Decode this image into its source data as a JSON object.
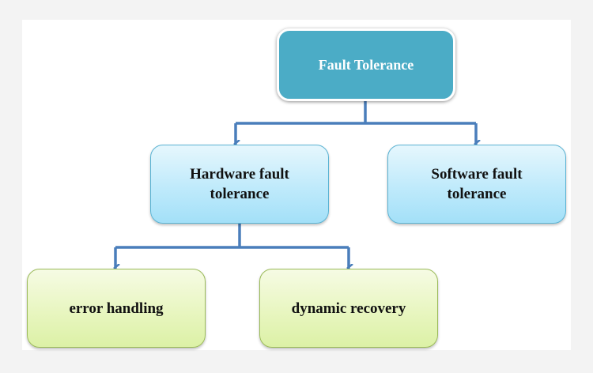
{
  "diagram": {
    "type": "hierarchy-tree",
    "colors": {
      "background": "#f3f3f3",
      "panel": "#ffffff",
      "root_fill": "#4bacc6",
      "level1_fill": "#bfeafb",
      "level2_fill": "#e8f6c0",
      "connector": "#4a7ebb"
    },
    "nodes": {
      "root": {
        "label": "Fault Tolerance"
      },
      "hardware": {
        "label": "Hardware fault tolerance",
        "parent": "root"
      },
      "software": {
        "label": "Software fault tolerance",
        "parent": "root"
      },
      "error_handling": {
        "label": "error handling",
        "parent": "hardware"
      },
      "dynamic_recovery": {
        "label": "dynamic recovery",
        "parent": "hardware"
      }
    },
    "edges": [
      {
        "from": "Fault Tolerance",
        "to": "Hardware fault tolerance"
      },
      {
        "from": "Fault Tolerance",
        "to": "Software fault tolerance"
      },
      {
        "from": "Hardware fault tolerance",
        "to": "error handling"
      },
      {
        "from": "Hardware fault tolerance",
        "to": "dynamic recovery"
      }
    ]
  }
}
